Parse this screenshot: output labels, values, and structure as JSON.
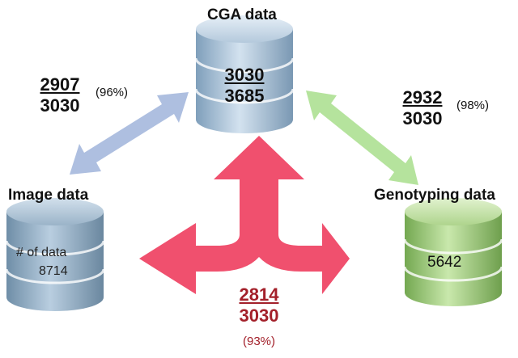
{
  "databases": {
    "cga": {
      "title": "CGA data",
      "numerator": "3030",
      "denominator": "3685"
    },
    "image": {
      "title": "Image data",
      "label": "# of data",
      "count": "8714"
    },
    "genotyping": {
      "title": "Genotyping data",
      "count": "5642"
    }
  },
  "links": {
    "image_cga": {
      "numerator": "2907",
      "denominator": "3030",
      "percent": "(96%)"
    },
    "cga_genotyping": {
      "numerator": "2932",
      "denominator": "3030",
      "percent": "(98%)"
    },
    "all_three": {
      "numerator": "2814",
      "denominator": "3030",
      "percent": "(93%)"
    }
  },
  "colors": {
    "cga_cylinder": "#b7cde2",
    "image_cylinder": "#9db8cf",
    "genotyping_cylinder": "#a6d07f",
    "link_arrow_blue": "#aebfe0",
    "link_arrow_green": "#b5e39d",
    "center_arrow": "#f0506e",
    "center_text": "#a3202a"
  }
}
